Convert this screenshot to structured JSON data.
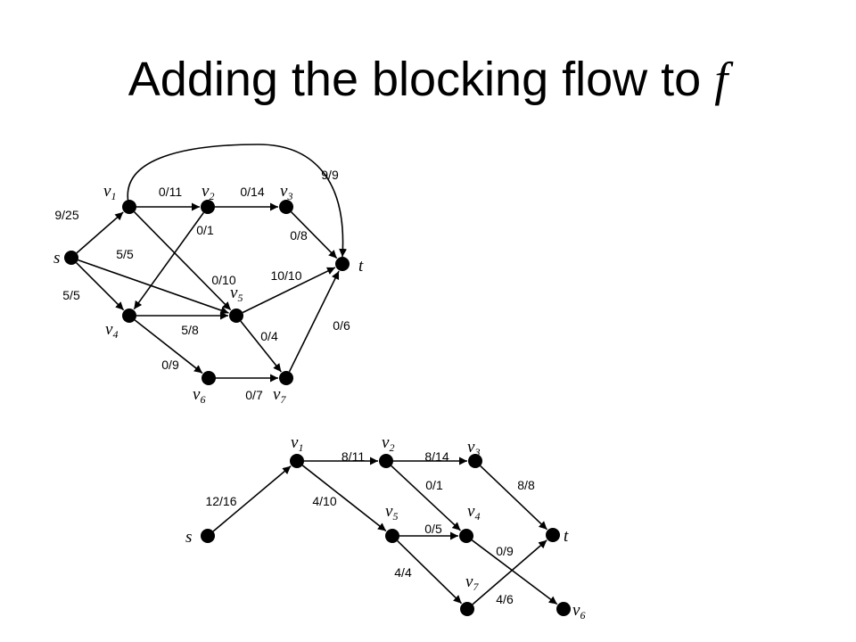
{
  "title": {
    "text": "Adding the blocking flow to ",
    "var": "f"
  },
  "graph1": {
    "nodes": [
      {
        "id": "s",
        "base": "s",
        "sub": ""
      },
      {
        "id": "v1",
        "base": "v",
        "sub": "1"
      },
      {
        "id": "v2",
        "base": "v",
        "sub": "2"
      },
      {
        "id": "v3",
        "base": "v",
        "sub": "3"
      },
      {
        "id": "v4",
        "base": "v",
        "sub": "4"
      },
      {
        "id": "v5",
        "base": "v",
        "sub": "5"
      },
      {
        "id": "v6",
        "base": "v",
        "sub": "6"
      },
      {
        "id": "v7",
        "base": "v",
        "sub": "7"
      },
      {
        "id": "t",
        "base": "t",
        "sub": ""
      }
    ],
    "edges": [
      {
        "from": "s",
        "to": "v1",
        "label": "9/25"
      },
      {
        "from": "s",
        "to": "v4",
        "label": "5/5"
      },
      {
        "from": "s",
        "to": "v5",
        "label": "5/5"
      },
      {
        "from": "v1",
        "to": "v2",
        "label": "0/11"
      },
      {
        "from": "v1",
        "to": "v5",
        "label": "0/10"
      },
      {
        "from": "v1",
        "to": "t",
        "label": "9/9"
      },
      {
        "from": "v2",
        "to": "v3",
        "label": "0/14"
      },
      {
        "from": "v2",
        "to": "v4",
        "label": "0/1"
      },
      {
        "from": "v3",
        "to": "t",
        "label": "0/8"
      },
      {
        "from": "v4",
        "to": "v5",
        "label": "5/8"
      },
      {
        "from": "v4",
        "to": "v6",
        "label": "0/9"
      },
      {
        "from": "v5",
        "to": "t",
        "label": "10/10"
      },
      {
        "from": "v5",
        "to": "v7",
        "label": "0/4"
      },
      {
        "from": "v6",
        "to": "v7",
        "label": "0/7"
      },
      {
        "from": "v7",
        "to": "t",
        "label": "0/6"
      }
    ]
  },
  "graph2": {
    "nodes": [
      {
        "id": "s",
        "base": "s",
        "sub": ""
      },
      {
        "id": "v1",
        "base": "v",
        "sub": "1"
      },
      {
        "id": "v2",
        "base": "v",
        "sub": "2"
      },
      {
        "id": "v3",
        "base": "v",
        "sub": "3"
      },
      {
        "id": "v5",
        "base": "v",
        "sub": "5"
      },
      {
        "id": "v4",
        "base": "v",
        "sub": "4"
      },
      {
        "id": "t",
        "base": "t",
        "sub": ""
      },
      {
        "id": "v7",
        "base": "v",
        "sub": "7"
      },
      {
        "id": "v6",
        "base": "v",
        "sub": "6"
      }
    ],
    "edges": [
      {
        "from": "s",
        "to": "v1",
        "label": "12/16"
      },
      {
        "from": "v1",
        "to": "v2",
        "label": "8/11"
      },
      {
        "from": "v1",
        "to": "v5",
        "label": "4/10"
      },
      {
        "from": "v2",
        "to": "v3",
        "label": "8/14"
      },
      {
        "from": "v2",
        "to": "v4",
        "label": "0/1"
      },
      {
        "from": "v3",
        "to": "t",
        "label": "8/8"
      },
      {
        "from": "v5",
        "to": "v4",
        "label": "0/5"
      },
      {
        "from": "v5",
        "to": "v7",
        "label": "4/4"
      },
      {
        "from": "v4",
        "to": "v6",
        "label": "0/9"
      },
      {
        "from": "v7",
        "to": "t",
        "label": "4/6"
      }
    ]
  }
}
